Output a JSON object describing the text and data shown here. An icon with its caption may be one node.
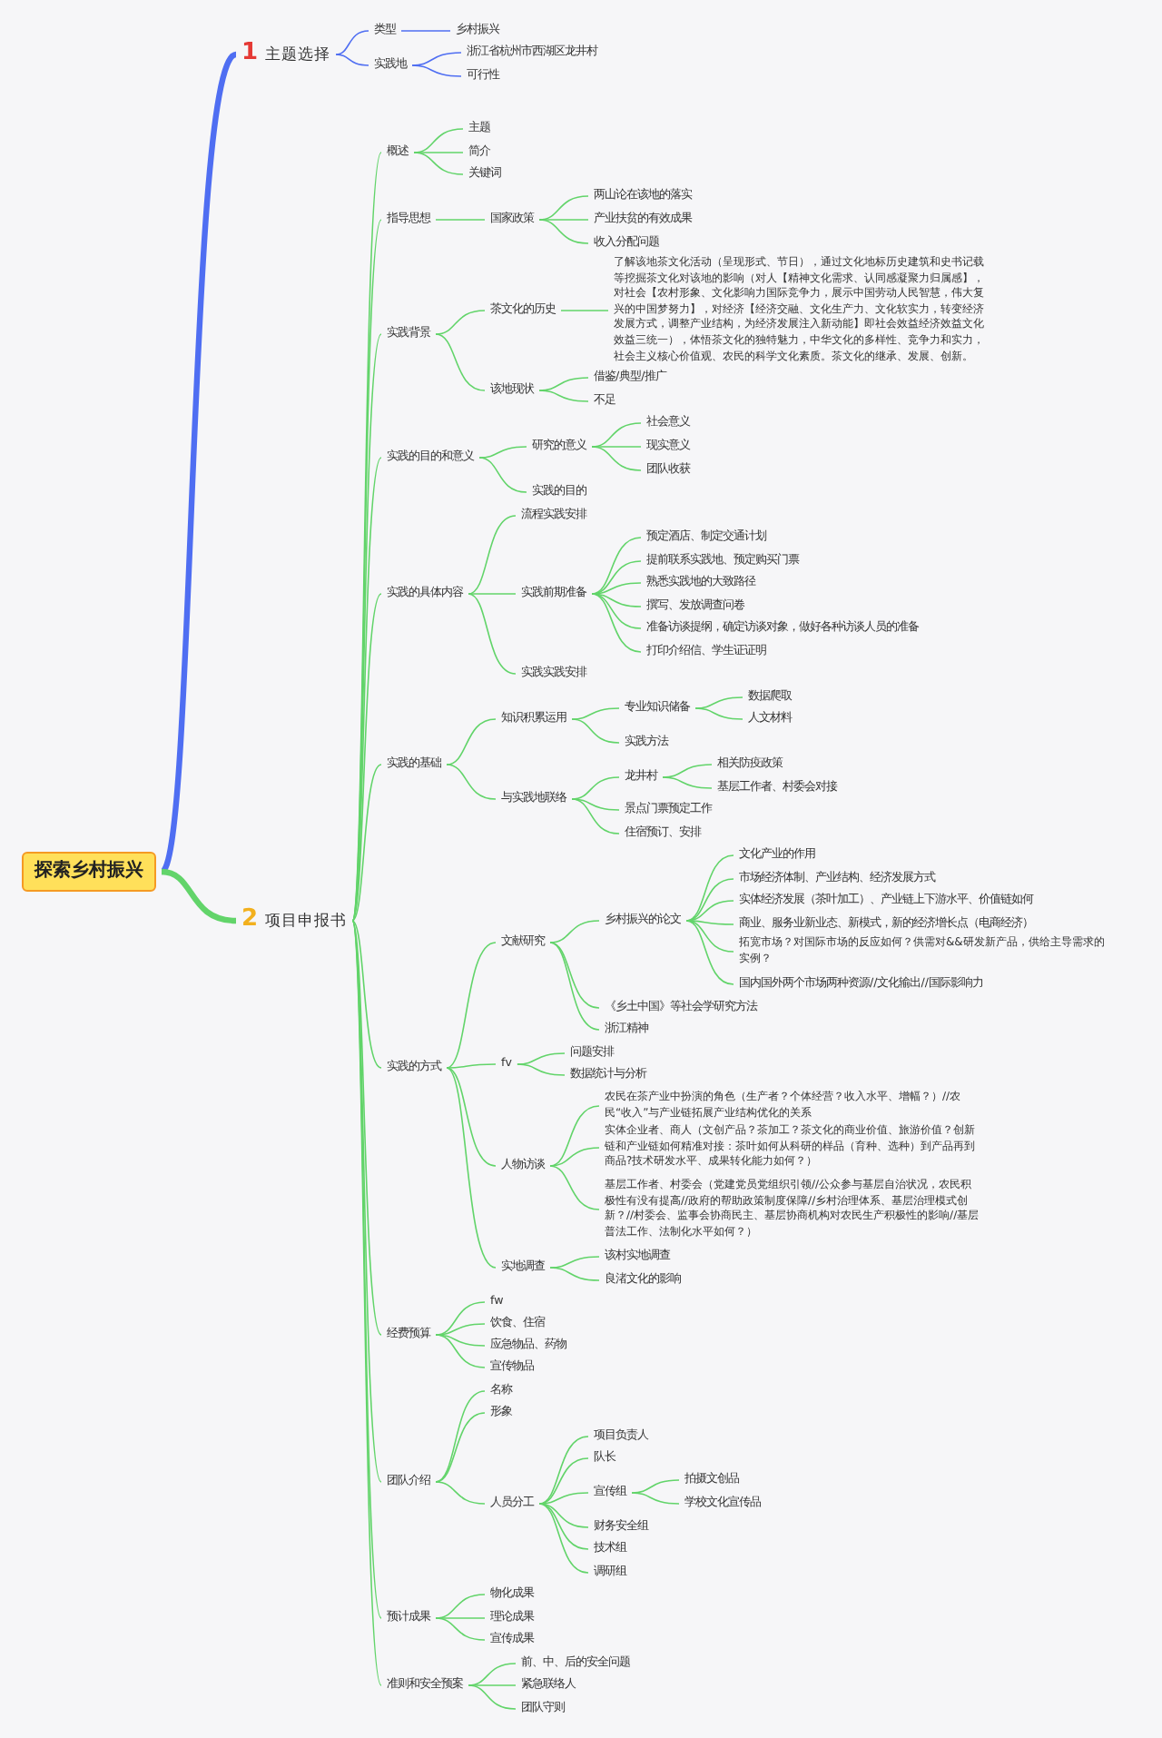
{
  "diagram": {
    "nodes": [
      {
        "text": [
          "探索乡村振兴"
        ]
      },
      {
        "text": [
          "1",
          "主题选择"
        ]
      },
      {
        "text": [
          "类型"
        ]
      },
      {
        "text": [
          "乡村振兴"
        ]
      },
      {
        "text": [
          "实践地"
        ]
      },
      {
        "text": [
          "浙江省杭州市西湖区龙井村"
        ]
      },
      {
        "text": [
          "可行性"
        ]
      },
      {
        "text": [
          "2",
          "项目申报书"
        ]
      },
      {
        "text": [
          "概述"
        ]
      },
      {
        "text": [
          "主题"
        ]
      },
      {
        "text": [
          "简介"
        ]
      },
      {
        "text": [
          "关键词"
        ]
      },
      {
        "text": [
          "指导思想"
        ]
      },
      {
        "text": [
          "国家政策"
        ]
      },
      {
        "text": [
          "两山论在该地的落实"
        ]
      },
      {
        "text": [
          "产业扶贫的有效成果"
        ]
      },
      {
        "text": [
          "收入分配问题"
        ]
      },
      {
        "text": [
          "实践背景"
        ]
      },
      {
        "text": [
          "茶文化的历史"
        ]
      },
      {
        "text": [
          "了解该地茶文化活动（呈现形式、节日），通过文化地标历史建筑和史书记载等挖掘茶文化对该地的影响（对人【精神文化需求、认同感凝聚力归属感】，对社会【农村形象、文化影响力国际竞争力，展示中国劳动人民智慧，伟大复兴的中国梦努力】，对经济【经济交融、文化生产力、文化软实力，转变经济发展方式，调整产业结构，为经济发展注入新动能】即社会效益经济效益文化效益三统一），体悟茶文化的独特魅力，中华文化的多样性、竞争力和实力，社会主义核心价值观、农民的科学文化素质。茶文化的继承、发展、创新。"
        ]
      },
      {
        "text": [
          "该地现状"
        ]
      },
      {
        "text": [
          "借鉴/典型/推广"
        ]
      },
      {
        "text": [
          "不足"
        ]
      },
      {
        "text": [
          "实践的目的和意义"
        ]
      },
      {
        "text": [
          "研究的意义"
        ]
      },
      {
        "text": [
          "社会意义"
        ]
      },
      {
        "text": [
          "现实意义"
        ]
      },
      {
        "text": [
          "团队收获"
        ]
      },
      {
        "text": [
          "实践的目的"
        ]
      },
      {
        "text": [
          "实践的具体内容"
        ]
      },
      {
        "text": [
          "流程实践安排"
        ]
      },
      {
        "text": [
          "实践前期准备"
        ]
      },
      {
        "text": [
          "预定酒店、制定交通计划"
        ]
      },
      {
        "text": [
          "提前联系实践地、预定购买门票"
        ]
      },
      {
        "text": [
          "熟悉实践地的大致路径"
        ]
      },
      {
        "text": [
          "撰写、发放调查问卷"
        ]
      },
      {
        "text": [
          "准备访谈提纲，确定访谈对象，做好各种访谈人员的准备"
        ]
      },
      {
        "text": [
          "打印介绍信、学生证证明"
        ]
      },
      {
        "text": [
          "实践实践安排"
        ]
      },
      {
        "text": [
          "实践的基础"
        ]
      },
      {
        "text": [
          "知识积累运用"
        ]
      },
      {
        "text": [
          "专业知识储备"
        ]
      },
      {
        "text": [
          "数据爬取"
        ]
      },
      {
        "text": [
          "人文材料"
        ]
      },
      {
        "text": [
          "实践方法"
        ]
      },
      {
        "text": [
          "与实践地联络"
        ]
      },
      {
        "text": [
          "龙井村"
        ]
      },
      {
        "text": [
          "相关防疫政策"
        ]
      },
      {
        "text": [
          "基层工作者、村委会对接"
        ]
      },
      {
        "text": [
          "景点门票预定工作"
        ]
      },
      {
        "text": [
          "住宿预订、安排"
        ]
      },
      {
        "text": [
          "实践的方式"
        ]
      },
      {
        "text": [
          "文献研究"
        ]
      },
      {
        "text": [
          "乡村振兴的论文"
        ]
      },
      {
        "text": [
          "文化产业的作用"
        ]
      },
      {
        "text": [
          "市场经济体制、产业结构、经济发展方式"
        ]
      },
      {
        "text": [
          "实体经济发展（茶叶加工）、产业链上下游水平、价值链如何"
        ]
      },
      {
        "text": [
          "商业、服务业新业态、新模式，新的经济增长点（电商经济）"
        ]
      },
      {
        "text": [
          "拓宽市场？对国际市场的反应如何？供需对&&研发新产品，供给主导需求的实例？"
        ]
      },
      {
        "text": [
          "国内国外两个市场两种资源//文化输出//国际影响力"
        ]
      },
      {
        "text": [
          "《乡土中国》等社会学研究方法"
        ]
      },
      {
        "text": [
          "浙江精神"
        ]
      },
      {
        "text": [
          "fv"
        ]
      },
      {
        "text": [
          "问题安排"
        ]
      },
      {
        "text": [
          "数据统计与分析"
        ]
      },
      {
        "text": [
          "人物访谈"
        ]
      },
      {
        "text": [
          "农民在茶产业中扮演的角色（生产者？个体经营？收入水平、增幅？）//农民“收入”与产业链拓展产业结构优化的关系"
        ]
      },
      {
        "text": [
          "实体企业者、商人（文创产品？茶加工？茶文化的商业价值、旅游价值？创新链和产业链如何精准对接：茶叶如何从科研的样品（育种、选种）到产品再到商品?技术研发水平、成果转化能力如何？）"
        ]
      },
      {
        "text": [
          "基层工作者、村委会（党建党员党组织引领//公众参与基层自治状况，农民积极性有没有提高//政府的帮助政策制度保障//乡村治理体系、基层治理模式创新？//村委会、监事会协商民主、基层协商机构对农民生产积极性的影响//基层普法工作、法制化水平如何？）"
        ]
      },
      {
        "text": [
          "实地调查"
        ]
      },
      {
        "text": [
          "该村实地调查"
        ]
      },
      {
        "text": [
          "良渚文化的影响"
        ]
      },
      {
        "text": [
          "经费预算"
        ]
      },
      {
        "text": [
          "fw"
        ]
      },
      {
        "text": [
          "饮食、住宿"
        ]
      },
      {
        "text": [
          "应急物品、药物"
        ]
      },
      {
        "text": [
          "宣传物品"
        ]
      },
      {
        "text": [
          "团队介绍"
        ]
      },
      {
        "text": [
          "名称"
        ]
      },
      {
        "text": [
          "形象"
        ]
      },
      {
        "text": [
          "人员分工"
        ]
      },
      {
        "text": [
          "项目负责人"
        ]
      },
      {
        "text": [
          "队长"
        ]
      },
      {
        "text": [
          "宣传组"
        ]
      },
      {
        "text": [
          "拍摄文创品"
        ]
      },
      {
        "text": [
          "学校文化宣传品"
        ]
      },
      {
        "text": [
          "财务安全组"
        ]
      },
      {
        "text": [
          "技术组"
        ]
      },
      {
        "text": [
          "调研组"
        ]
      },
      {
        "text": [
          "预计成果"
        ]
      },
      {
        "text": [
          "物化成果"
        ]
      },
      {
        "text": [
          "理论成果"
        ]
      },
      {
        "text": [
          "宣传成果"
        ]
      },
      {
        "text": [
          "准则和安全预案"
        ]
      },
      {
        "text": [
          "前、中、后的安全问题"
        ]
      },
      {
        "text": [
          "紧急联络人"
        ]
      },
      {
        "text": [
          "团队守则"
        ]
      }
    ],
    "edges": [
      {
        "from": 0,
        "to": 1,
        "arrow": "none",
        "style": "thick",
        "color": "#4f6ef2"
      },
      {
        "from": 1,
        "to": 2,
        "arrow": "none",
        "color": "#4f6ef2"
      },
      {
        "from": 2,
        "to": 3,
        "arrow": "none",
        "color": "#4f6ef2"
      },
      {
        "from": 1,
        "to": 4,
        "arrow": "none",
        "color": "#4f6ef2"
      },
      {
        "from": 4,
        "to": 5,
        "arrow": "none",
        "color": "#4f6ef2"
      },
      {
        "from": 4,
        "to": 6,
        "arrow": "none",
        "color": "#4f6ef2"
      },
      {
        "from": 0,
        "to": 7,
        "arrow": "none",
        "style": "thick"
      },
      {
        "from": 7,
        "to": 8,
        "arrow": "none"
      },
      {
        "from": 8,
        "to": 9,
        "arrow": "none"
      },
      {
        "from": 8,
        "to": 10,
        "arrow": "none"
      },
      {
        "from": 8,
        "to": 11,
        "arrow": "none"
      },
      {
        "from": 7,
        "to": 12,
        "arrow": "none"
      },
      {
        "from": 12,
        "to": 13,
        "arrow": "none"
      },
      {
        "from": 13,
        "to": 14,
        "arrow": "none"
      },
      {
        "from": 13,
        "to": 15,
        "arrow": "none"
      },
      {
        "from": 13,
        "to": 16,
        "arrow": "none"
      },
      {
        "from": 7,
        "to": 17,
        "arrow": "none"
      },
      {
        "from": 17,
        "to": 18,
        "arrow": "none"
      },
      {
        "from": 18,
        "to": 19,
        "arrow": "none"
      },
      {
        "from": 17,
        "to": 20,
        "arrow": "none"
      },
      {
        "from": 20,
        "to": 21,
        "arrow": "none"
      },
      {
        "from": 20,
        "to": 22,
        "arrow": "none"
      },
      {
        "from": 7,
        "to": 23,
        "arrow": "none"
      },
      {
        "from": 23,
        "to": 24,
        "arrow": "none"
      },
      {
        "from": 24,
        "to": 25,
        "arrow": "none"
      },
      {
        "from": 24,
        "to": 26,
        "arrow": "none"
      },
      {
        "from": 24,
        "to": 27,
        "arrow": "none"
      },
      {
        "from": 23,
        "to": 28,
        "arrow": "none"
      },
      {
        "from": 7,
        "to": 29,
        "arrow": "none"
      },
      {
        "from": 29,
        "to": 30,
        "arrow": "none"
      },
      {
        "from": 29,
        "to": 31,
        "arrow": "none"
      },
      {
        "from": 31,
        "to": 32,
        "arrow": "none"
      },
      {
        "from": 31,
        "to": 33,
        "arrow": "none"
      },
      {
        "from": 31,
        "to": 34,
        "arrow": "none"
      },
      {
        "from": 31,
        "to": 35,
        "arrow": "none"
      },
      {
        "from": 31,
        "to": 36,
        "arrow": "none"
      },
      {
        "from": 31,
        "to": 37,
        "arrow": "none"
      },
      {
        "from": 29,
        "to": 38,
        "arrow": "none"
      },
      {
        "from": 7,
        "to": 39,
        "arrow": "none"
      },
      {
        "from": 39,
        "to": 40,
        "arrow": "none"
      },
      {
        "from": 40,
        "to": 41,
        "arrow": "none"
      },
      {
        "from": 41,
        "to": 42,
        "arrow": "none"
      },
      {
        "from": 41,
        "to": 43,
        "arrow": "none"
      },
      {
        "from": 40,
        "to": 44,
        "arrow": "none"
      },
      {
        "from": 39,
        "to": 45,
        "arrow": "none"
      },
      {
        "from": 45,
        "to": 46,
        "arrow": "none"
      },
      {
        "from": 46,
        "to": 47,
        "arrow": "none"
      },
      {
        "from": 46,
        "to": 48,
        "arrow": "none"
      },
      {
        "from": 45,
        "to": 49,
        "arrow": "none"
      },
      {
        "from": 45,
        "to": 50,
        "arrow": "none"
      },
      {
        "from": 7,
        "to": 51,
        "arrow": "none"
      },
      {
        "from": 51,
        "to": 52,
        "arrow": "none"
      },
      {
        "from": 52,
        "to": 53,
        "arrow": "none"
      },
      {
        "from": 53,
        "to": 54,
        "arrow": "none"
      },
      {
        "from": 53,
        "to": 55,
        "arrow": "none"
      },
      {
        "from": 53,
        "to": 56,
        "arrow": "none"
      },
      {
        "from": 53,
        "to": 57,
        "arrow": "none"
      },
      {
        "from": 53,
        "to": 58,
        "arrow": "none"
      },
      {
        "from": 53,
        "to": 59,
        "arrow": "none"
      },
      {
        "from": 52,
        "to": 60,
        "arrow": "none"
      },
      {
        "from": 52,
        "to": 61,
        "arrow": "none"
      },
      {
        "from": 51,
        "to": 62,
        "arrow": "none"
      },
      {
        "from": 62,
        "to": 63,
        "arrow": "none"
      },
      {
        "from": 62,
        "to": 64,
        "arrow": "none"
      },
      {
        "from": 51,
        "to": 65,
        "arrow": "none"
      },
      {
        "from": 65,
        "to": 66,
        "arrow": "none"
      },
      {
        "from": 65,
        "to": 67,
        "arrow": "none"
      },
      {
        "from": 65,
        "to": 68,
        "arrow": "none"
      },
      {
        "from": 51,
        "to": 69,
        "arrow": "none"
      },
      {
        "from": 69,
        "to": 70,
        "arrow": "none"
      },
      {
        "from": 69,
        "to": 71,
        "arrow": "none"
      },
      {
        "from": 7,
        "to": 72,
        "arrow": "none"
      },
      {
        "from": 72,
        "to": 73,
        "arrow": "none"
      },
      {
        "from": 72,
        "to": 74,
        "arrow": "none"
      },
      {
        "from": 72,
        "to": 75,
        "arrow": "none"
      },
      {
        "from": 72,
        "to": 76,
        "arrow": "none"
      },
      {
        "from": 7,
        "to": 77,
        "arrow": "none"
      },
      {
        "from": 77,
        "to": 78,
        "arrow": "none"
      },
      {
        "from": 77,
        "to": 79,
        "arrow": "none"
      },
      {
        "from": 77,
        "to": 80,
        "arrow": "none"
      },
      {
        "from": 80,
        "to": 81,
        "arrow": "none"
      },
      {
        "from": 80,
        "to": 82,
        "arrow": "none"
      },
      {
        "from": 80,
        "to": 83,
        "arrow": "none"
      },
      {
        "from": 83,
        "to": 84,
        "arrow": "none"
      },
      {
        "from": 83,
        "to": 85,
        "arrow": "none"
      },
      {
        "from": 80,
        "to": 86,
        "arrow": "none"
      },
      {
        "from": 80,
        "to": 87,
        "arrow": "none"
      },
      {
        "from": 80,
        "to": 88,
        "arrow": "none"
      },
      {
        "from": 7,
        "to": 89,
        "arrow": "none"
      },
      {
        "from": 89,
        "to": 90,
        "arrow": "none"
      },
      {
        "from": 89,
        "to": 91,
        "arrow": "none"
      },
      {
        "from": 89,
        "to": 92,
        "arrow": "none"
      },
      {
        "from": 7,
        "to": 93,
        "arrow": "none"
      },
      {
        "from": 93,
        "to": 94,
        "arrow": "none"
      },
      {
        "from": 93,
        "to": 95,
        "arrow": "none"
      },
      {
        "from": 93,
        "to": 96,
        "arrow": "none"
      }
    ]
  }
}
